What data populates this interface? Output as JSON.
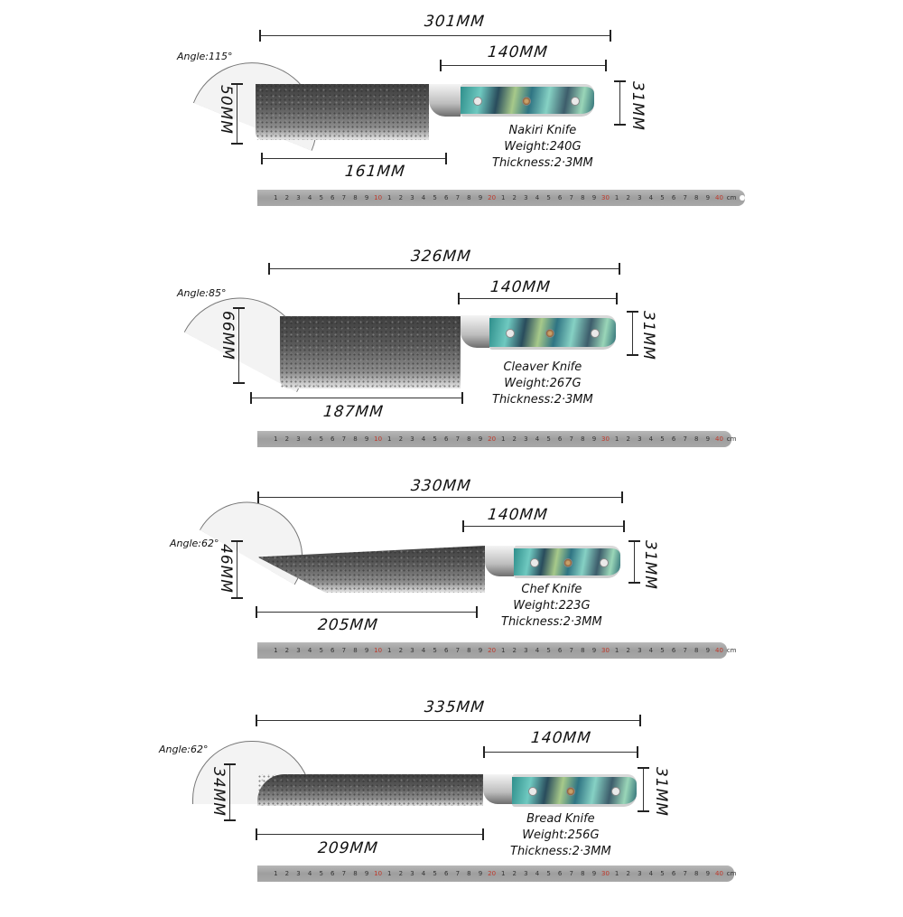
{
  "knives": [
    {
      "name": "Nakiri Knife",
      "weight_label": "Weight:240G",
      "thickness_label": "Thickness:2·3MM",
      "overall_length": "301MM",
      "handle_length": "140MM",
      "handle_height": "31MM",
      "blade_length": "161MM",
      "blade_height": "50MM",
      "angle_label": "Angle:115°"
    },
    {
      "name": "Cleaver Knife",
      "weight_label": "Weight:267G",
      "thickness_label": "Thickness:2·3MM",
      "overall_length": "326MM",
      "handle_length": "140MM",
      "handle_height": "31MM",
      "blade_length": "187MM",
      "blade_height": "66MM",
      "angle_label": "Angle:85°"
    },
    {
      "name": "Chef Knife",
      "weight_label": "Weight:223G",
      "thickness_label": "Thickness:2·3MM",
      "overall_length": "330MM",
      "handle_length": "140MM",
      "handle_height": "31MM",
      "blade_length": "205MM",
      "blade_height": "46MM",
      "angle_label": "Angle:62°"
    },
    {
      "name": "Bread Knife",
      "weight_label": "Weight:256G",
      "thickness_label": "Thickness:2·3MM",
      "overall_length": "335MM",
      "handle_length": "140MM",
      "handle_height": "31MM",
      "blade_length": "209MM",
      "blade_height": "34MM",
      "angle_label": "Angle:62°"
    }
  ],
  "ruler": {
    "unit": "cm",
    "labels": [
      "1",
      "2",
      "3",
      "4",
      "5",
      "6",
      "7",
      "8",
      "9",
      "10",
      "1",
      "2",
      "3",
      "4",
      "5",
      "6",
      "7",
      "8",
      "9",
      "20",
      "1",
      "2",
      "3",
      "4",
      "5",
      "6",
      "7",
      "8",
      "9",
      "30",
      "1",
      "2",
      "3",
      "4",
      "5",
      "6",
      "7",
      "8",
      "9",
      "40"
    ],
    "highlight_color": "#c0392b"
  },
  "colors": {
    "background": "#ffffff",
    "dimension_line": "#333333",
    "protractor_marker": "#c0392b",
    "handle_accent": "#2f8f8c"
  }
}
